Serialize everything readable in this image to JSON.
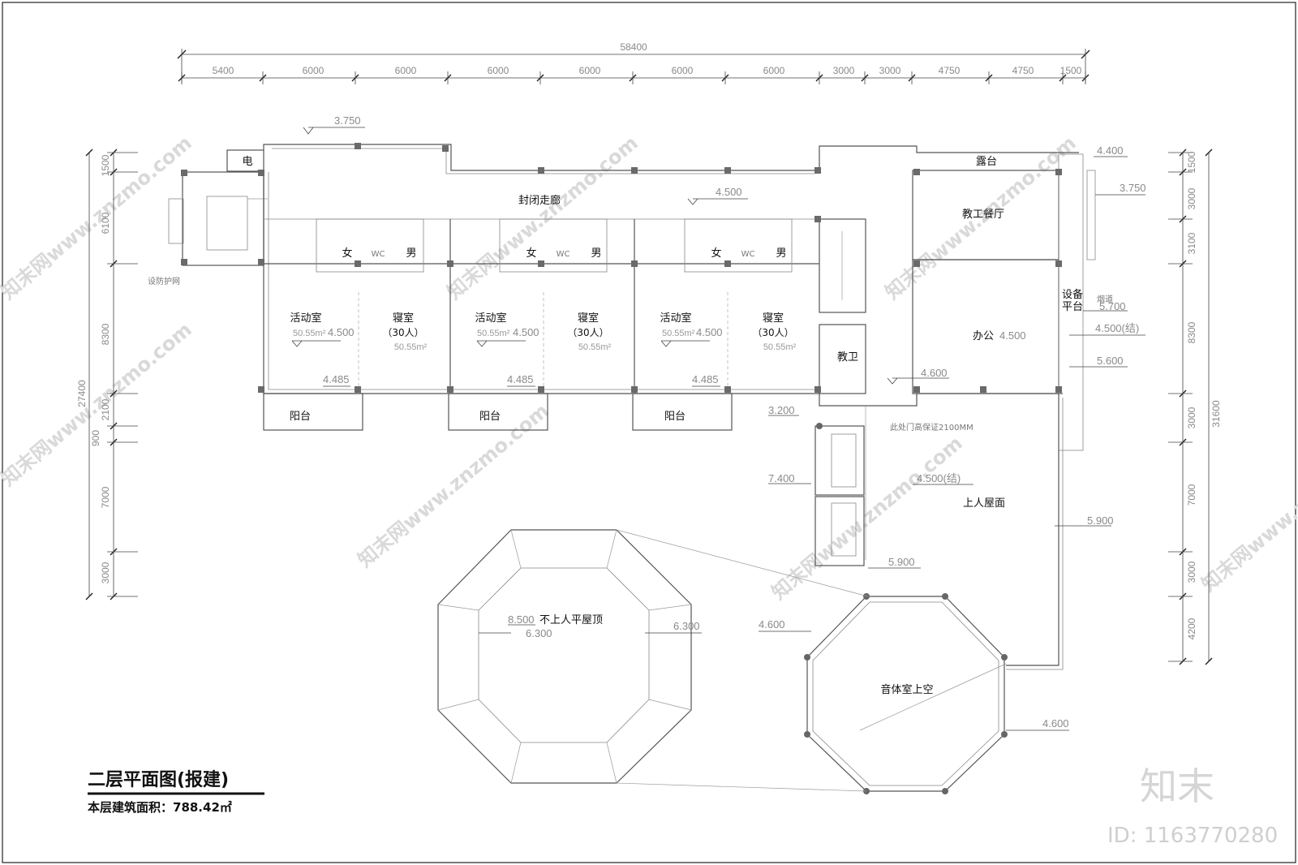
{
  "title": "二层平面图(报建)",
  "subtitle": "本层建筑面积：788.42㎡",
  "brand": {
    "logo_text": "知末",
    "image_id": "ID: 1163770280"
  },
  "watermark": "知末网www.znzmo.com",
  "top_dims": {
    "overall": "58400",
    "segments": [
      "5400",
      "6000",
      "6000",
      "6000",
      "6000",
      "6000",
      "6000",
      "3000",
      "3000",
      "4750",
      "4750",
      "1500"
    ]
  },
  "left_dims": {
    "overall": "27400",
    "segments": [
      "1500",
      "6100",
      "8300",
      "2100",
      "900",
      "7000",
      "3000"
    ]
  },
  "right_dims": {
    "overall": "31600",
    "segments": [
      "1500",
      "3000",
      "3100",
      "8300",
      "3000",
      "7000",
      "3000",
      "4200"
    ]
  },
  "rooms": {
    "electric": "电",
    "corridor": "封闭走廊",
    "terrace": "露台",
    "staff_dining": "教工餐厅",
    "equipment": "设备",
    "equipment2": "平台",
    "office": "办公",
    "teacher_wc": "教卫",
    "accessible_roof": "上人屋面",
    "non_accessible_roof": "不上人平屋顶",
    "music_room_void": "音体室上空",
    "guard_net": "设防护网",
    "flue": "烟道",
    "door_note": "此处门高保证2100MM",
    "wc_female": "女",
    "wc_label": "WC",
    "wc_male": "男",
    "activity": "活动室",
    "bedroom": "寝室",
    "bedroom_cap": "（30人）",
    "area": "50.55m²",
    "balcony": "阳台"
  },
  "elevations": {
    "e3750": "3.750",
    "e4400": "4.400",
    "e4500": "4.500",
    "e4485": "4.485",
    "e5700": "5.700",
    "e4500s": "4.500(结)",
    "e5600": "5.600",
    "e4600": "4.600",
    "e3200": "3.200",
    "e7400": "7.400",
    "e5900": "5.900",
    "e8500": "8.500",
    "e6300": "6.300"
  }
}
